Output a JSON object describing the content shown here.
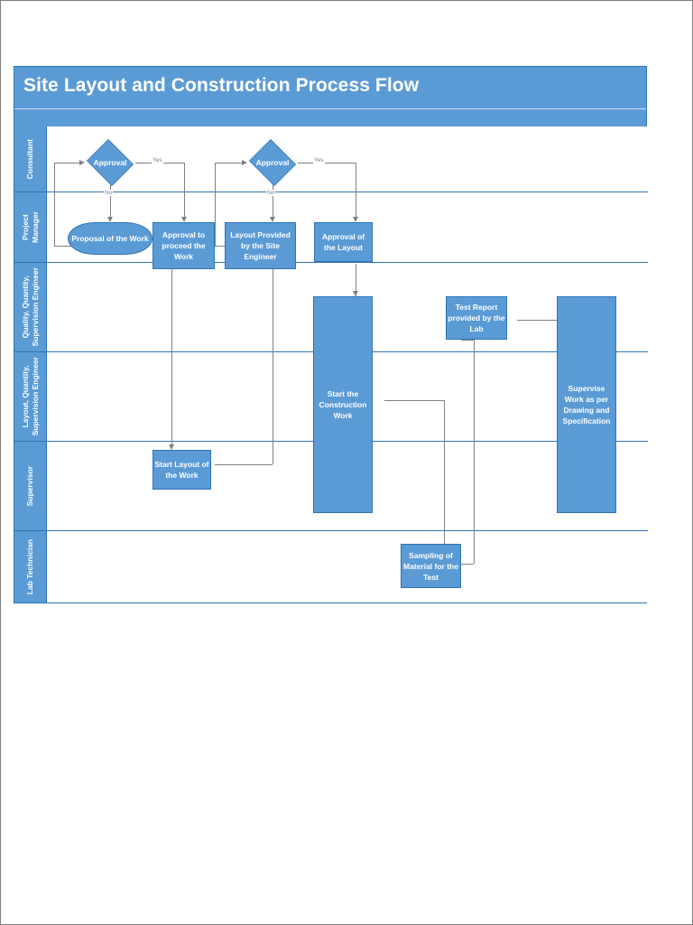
{
  "document": {
    "title": "Site Layout and Construction Process Flow"
  },
  "colors": {
    "shape_fill": "#5B9BD5",
    "shape_border": "#2E74B5",
    "connector": "#808080",
    "text_on_fill": "#FFFFFF",
    "page_background": "#FFFFFF"
  },
  "lanes": [
    {
      "id": "consultant",
      "label": "Consultant"
    },
    {
      "id": "project-manager",
      "label": "Project\nManager"
    },
    {
      "id": "quality-quantity-supervision-engineer",
      "label": "Quality, Quantity,\nSupervision Engineer"
    },
    {
      "id": "layout-quantity-supervision-engineer",
      "label": "Layout, Quantity,\nSupervision Engineer"
    },
    {
      "id": "supervisor",
      "label": "Supervisor"
    },
    {
      "id": "lab-technician",
      "label": "Lab Technician"
    }
  ],
  "nodes": {
    "approval_1": {
      "label": "Approval",
      "shape": "diamond",
      "lane": "consultant"
    },
    "approval_2": {
      "label": "Approval",
      "shape": "diamond",
      "lane": "consultant"
    },
    "proposal_of_the_work": {
      "label": "Proposal of the Work",
      "shape": "oval",
      "lane": "project-manager"
    },
    "approval_to_proceed": {
      "label": "Approval to proceed the Work",
      "shape": "rect",
      "lane": "project-manager"
    },
    "layout_provided": {
      "label": "Layout Provided by the Site Engineer",
      "shape": "rect",
      "lane": "project-manager"
    },
    "approval_of_the_layout": {
      "label": "Approval of the Layout",
      "shape": "rect",
      "lane": "project-manager"
    },
    "start_layout": {
      "label": "Start Layout of the Work",
      "shape": "rect",
      "lane": "supervisor"
    },
    "start_construction": {
      "label": "Start the Construction Work",
      "shape": "rect",
      "lane": "quality-quantity-supervision-engineer"
    },
    "test_report": {
      "label": "Test Report provided by the Lab",
      "shape": "rect",
      "lane": "quality-quantity-supervision-engineer"
    },
    "supervise_work": {
      "label": "Supervise Work as per Drawing and Specification",
      "shape": "rect",
      "lane": "layout-quantity-supervision-engineer"
    },
    "sampling_of_material": {
      "label": "Sampling of Material for the Test",
      "shape": "rect",
      "lane": "lab-technician"
    }
  },
  "edge_labels": {
    "yes_1": "Yes",
    "no_1": "No",
    "yes_2": "Yes",
    "no_2": "No"
  }
}
